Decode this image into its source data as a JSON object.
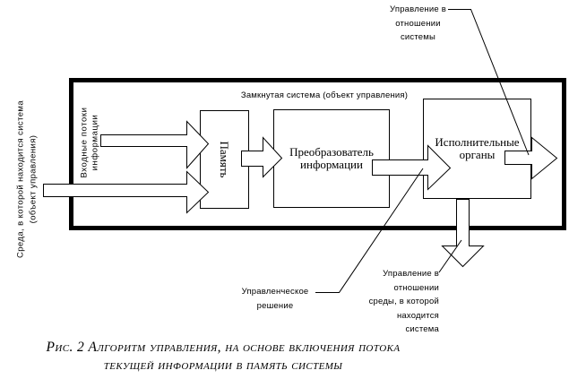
{
  "diagram": {
    "outer_label": "Замкнутая система (объект управления)",
    "boxes": {
      "memory": "Память",
      "transformer": "Преобразователь информации",
      "executive": "Исполнительные органы"
    },
    "side_labels": {
      "environment": "Среда, в которой находится система\n(объект управления)",
      "input_flows": "Входные потоки\nинформации"
    },
    "annotations": {
      "control_of_system": "Управление в\nотношении\nсистемы",
      "management_decision": "Управленческое\nрешение",
      "control_of_environment": "Управление в\nотношении\nсреды, в которой\nнаходится\nсистема"
    },
    "caption": "Рис. 2 Алгоритм управления, на основе включения потока\nтекущей информации в память системы",
    "colors": {
      "line": "#000000",
      "fill": "#ffffff",
      "background": "#ffffff"
    }
  }
}
